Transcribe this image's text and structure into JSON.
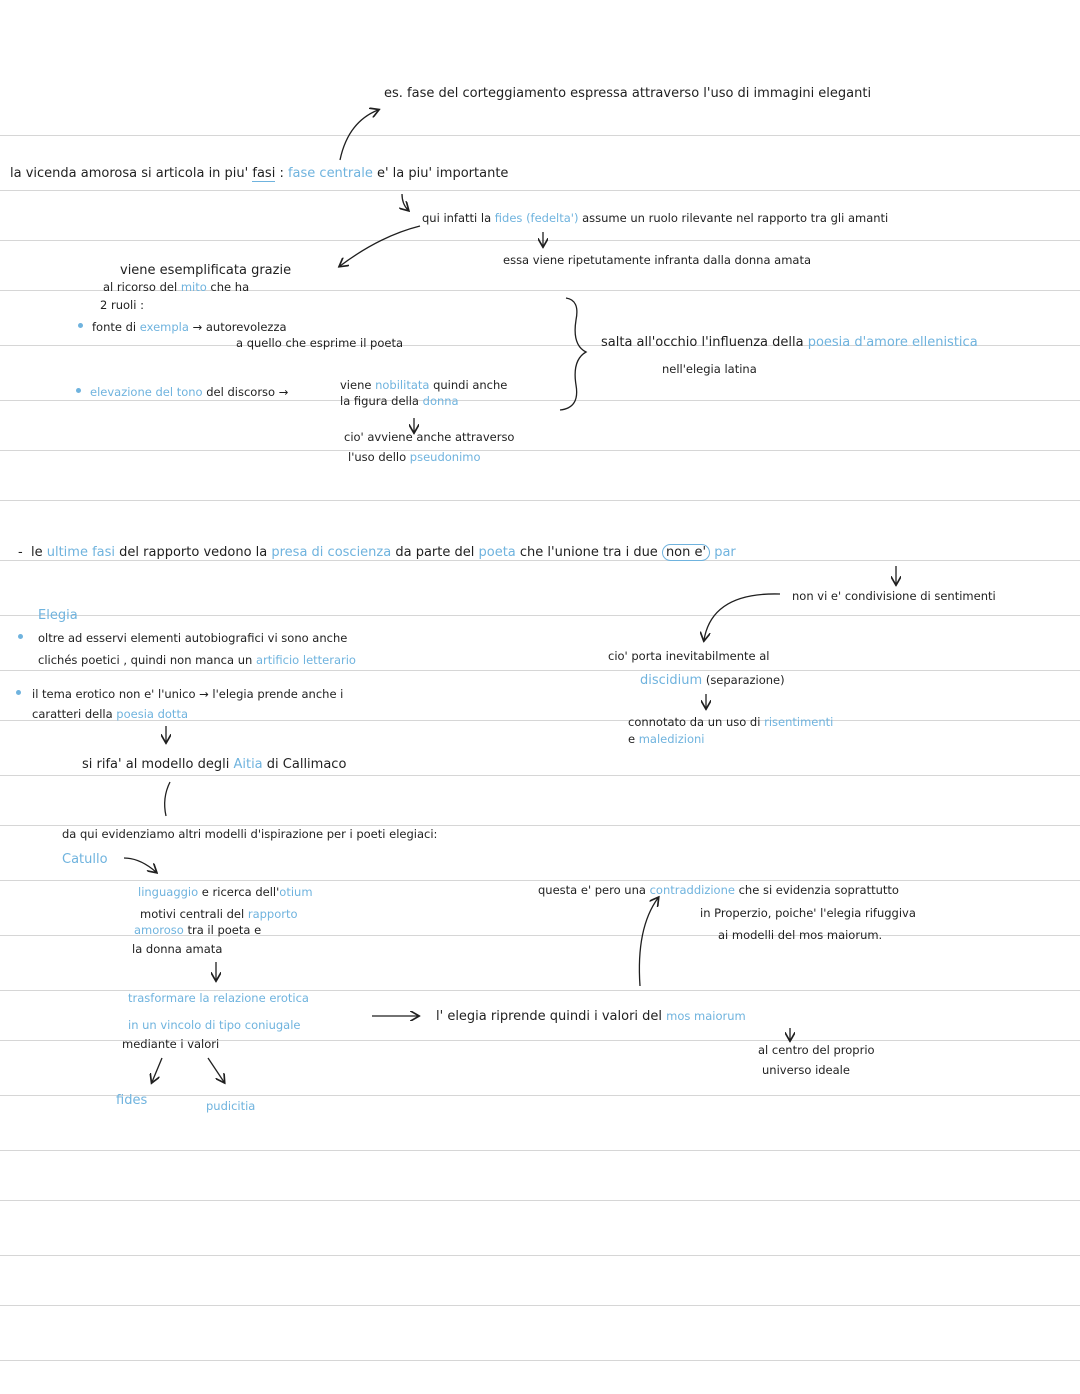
{
  "line1": {
    "a": "es. fase del corteggiamento espressa attraverso l'uso di immagini eleganti"
  },
  "line2": {
    "a": "la vicenda amorosa si articola in piu' ",
    "b": "fasi",
    "c": " : ",
    "d": "fase centrale",
    "e": " e' la piu' importante"
  },
  "line3": {
    "a": "qui infatti la ",
    "b": "fides (fedelta')",
    "c": " assume un ruolo rilevante nel rapporto tra gli amanti"
  },
  "line4": {
    "a": "essa viene ripetutamente infranta dalla donna amata"
  },
  "mito": {
    "a": "viene esemplificata grazie",
    "b1": "al ricorso del ",
    "b2": "mito",
    "b3": " che ha",
    "c": "2 ruoli :"
  },
  "bullet1": {
    "a": "fonte di ",
    "b": "exempla",
    "c": " → autorevolezza",
    "d": "a quello che esprime il poeta"
  },
  "bullet2": {
    "a": "elevazione del tono",
    "b": " del discorso →",
    "c1": "viene ",
    "c2": "nobilitata",
    "c3": " quindi anche",
    "d1": "la figura della ",
    "d2": "donna"
  },
  "pseudo": {
    "a": "cio' avviene anche attraverso",
    "b1": "l'uso dello ",
    "b2": "pseudonimo"
  },
  "influenza": {
    "a": "salta all'occhio  l'influenza della ",
    "b": "poesia d'amore ellenistica",
    "c": "nell'elegia latina"
  },
  "ultime": {
    "dash": "-",
    "a": "le ",
    "b": "ultime fasi",
    "c": " del rapporto vedono la ",
    "d": "presa di coscienza",
    "e": " da parte del ",
    "f": "poeta",
    "g": " che  l'unione tra i due ",
    "h": "non e'",
    "i": " par"
  },
  "condivisione": {
    "a": "non vi e' condivisione di sentimenti"
  },
  "elegia": {
    "title": "Elegia",
    "a": "oltre ad esservi elementi autobiografici vi sono anche",
    "b1": "clichés poetici , quindi non manca un ",
    "b2": "artificio letterario"
  },
  "discidium": {
    "a": "cio' porta inevitabilmente al",
    "b1": "discidium",
    "b2": " (separazione)",
    "c1": "connotato da un uso di ",
    "c2": "risentimenti",
    "d1": "e ",
    "d2": "maledizioni"
  },
  "tema": {
    "a": "il tema erotico non e' l'unico  →  l'elegia prende anche i",
    "b1": "caratteri della ",
    "b2": "poesia dotta"
  },
  "aitia": {
    "a": "si rifa' al modello degli ",
    "b": "Aitia",
    "c": " di Callimaco"
  },
  "modelli": {
    "a": "da qui evidenziamo altri modelli d'ispirazione per i poeti elegiaci:"
  },
  "catullo": {
    "name": "Catullo",
    "l1a": "linguaggio",
    "l1b": " e ricerca dell'",
    "l1c": "otium",
    "l2a": "motivi centrali del ",
    "l2b": "rapporto",
    "l3a": "amoroso",
    "l3b": " tra il poeta e",
    "l4": "la donna amata"
  },
  "trasf": {
    "a": "trasformare la relazione erotica",
    "b": "in un vincolo di tipo coniugale",
    "c": "mediante i valori",
    "fides": "fides",
    "pudicitia": "pudicitia"
  },
  "contraddizione": {
    "a1": "questa e' pero una ",
    "a2": "contraddizione",
    "a3": " che si evidenzia soprattutto",
    "b": "in Properzio, poiche' l'elegia rifuggiva",
    "c": "ai modelli del mos maiorum."
  },
  "mos": {
    "a1": "l' elegia riprende quindi i valori del ",
    "a2": "mos maiorum",
    "b": "al centro del proprio",
    "c": "universo ideale"
  }
}
